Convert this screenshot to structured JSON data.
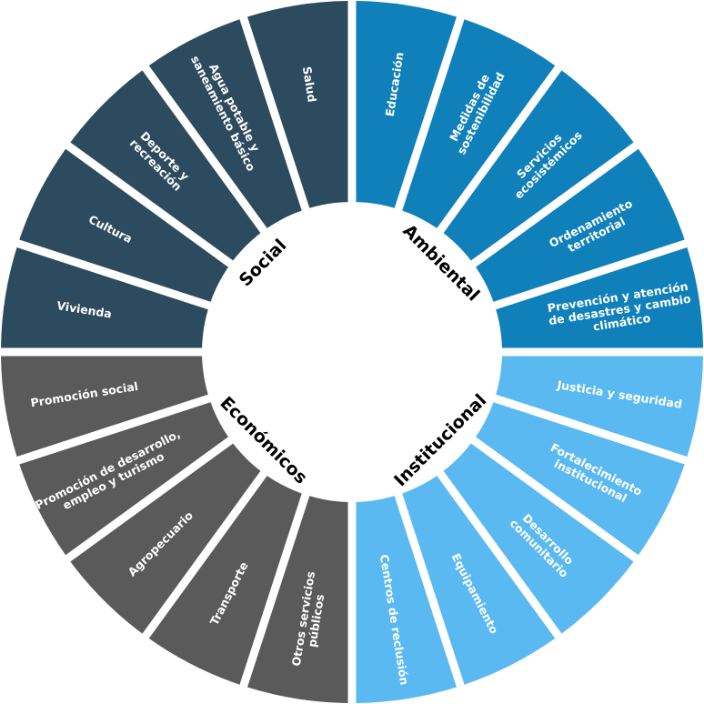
{
  "categories": [
    {
      "id": "ambiental",
      "title": "Ambiental",
      "color": "#0f80b9",
      "segments": [
        {
          "lines": [
            "Educación"
          ]
        },
        {
          "lines": [
            "Medidas de",
            "sostenibilidad"
          ]
        },
        {
          "lines": [
            "Servicios",
            "ecosistémicos"
          ]
        },
        {
          "lines": [
            "Ordenamiento",
            "territorial"
          ]
        },
        {
          "lines": [
            "Prevención y atención",
            "de desastres y cambio",
            "climático"
          ]
        }
      ]
    },
    {
      "id": "institucional",
      "title": "Institucional",
      "color": "#5ab9f0",
      "segments": [
        {
          "lines": [
            "Justicia y seguridad"
          ]
        },
        {
          "lines": [
            "Fortalecimiento",
            "institucional"
          ]
        },
        {
          "lines": [
            "Desarrollo",
            "comunitario"
          ]
        },
        {
          "lines": [
            "Equipamiento"
          ]
        },
        {
          "lines": [
            "Centros de reclusión"
          ]
        }
      ]
    },
    {
      "id": "economicos",
      "title": "Económicos",
      "color": "#5a5a5a",
      "segments": [
        {
          "lines": [
            "Otros servicios",
            "públicos"
          ]
        },
        {
          "lines": [
            "Transporte"
          ]
        },
        {
          "lines": [
            "Agropecuario"
          ]
        },
        {
          "lines": [
            "Promoción de desarrollo,",
            "empleo y turismo"
          ]
        },
        {
          "lines": [
            "Promoción social"
          ]
        }
      ]
    },
    {
      "id": "social",
      "title": "Social",
      "color": "#2d4b5e",
      "segments": [
        {
          "lines": [
            "Vivienda"
          ]
        },
        {
          "lines": [
            "Cultura"
          ]
        },
        {
          "lines": [
            "Deporte y",
            "recreación"
          ]
        },
        {
          "lines": [
            "Agua potable y",
            "saneamiento básico"
          ]
        },
        {
          "lines": [
            "Salud"
          ]
        }
      ]
    }
  ]
}
